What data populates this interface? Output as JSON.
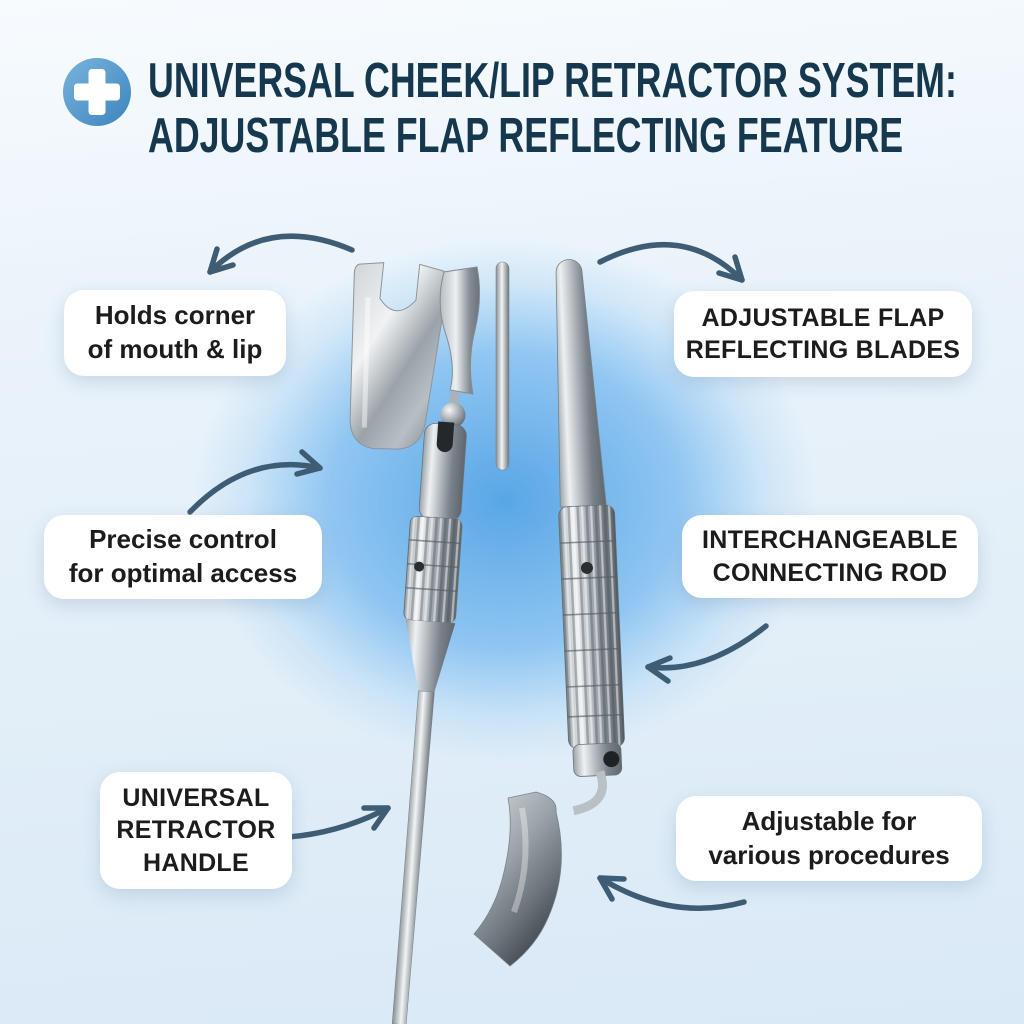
{
  "title": {
    "line1": "UNIVERSAL CHEEK/LIP RETRACTOR SYSTEM:",
    "line2": "ADJUSTABLE FLAP REFLECTING FEATURE"
  },
  "badge": {
    "icon": "medical-cross"
  },
  "callouts": {
    "holds_corner": {
      "line1": "Holds corner",
      "line2": "of mouth & lip"
    },
    "flap_blades": {
      "line1": "ADJUSTABLE FLAP",
      "line2": "REFLECTING BLADES"
    },
    "precise_control": {
      "line1": "Precise control",
      "line2": "for optimal access"
    },
    "connecting_rod": {
      "line1": "INTERCHANGEABLE",
      "line2": "CONNECTING ROD"
    },
    "retractor_handle": {
      "line1": "UNIVERSAL",
      "line2": "RETRACTOR",
      "line3": "HANDLE"
    },
    "adjustable": {
      "line1": "Adjustable for",
      "line2": "various procedures"
    }
  },
  "colors": {
    "title_text": "#16384f",
    "label_text": "#1c1c1e",
    "arrow": "#3e5c73",
    "badge_blue": "#4b93c9",
    "glow_blue": "#57a7e8",
    "card_bg": "#ffffff"
  }
}
